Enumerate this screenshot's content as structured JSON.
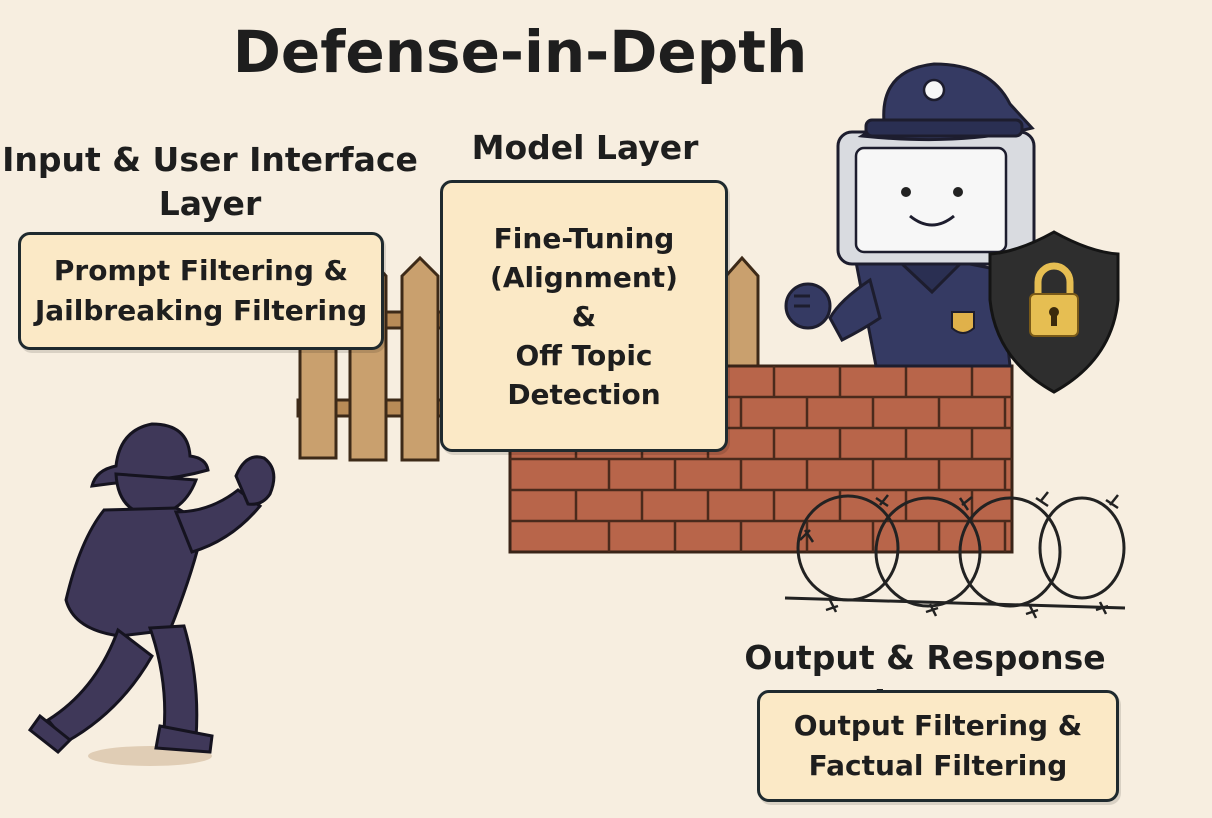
{
  "title": "Defense-in-Depth",
  "layers": {
    "input": {
      "title": "Input & User Interface\nLayer",
      "box": "Prompt Filtering &\nJailbreaking Filtering"
    },
    "model": {
      "title": "Model Layer",
      "box": "Fine-Tuning\n(Alignment)\n&\nOff Topic\nDetection"
    },
    "output": {
      "title": "Output & Response Layer",
      "box": "Output Filtering &\nFactual Filtering"
    }
  },
  "illustrations": {
    "attacker": "attacker-silhouette",
    "fence": "wooden-fence",
    "wall": "brick-wall",
    "wire": "barbed-wire",
    "guard": "robot-guard",
    "shield": "lock-shield-icon"
  },
  "colors": {
    "background": "#f7eee0",
    "box_fill": "#fbe9c6",
    "box_border": "#1f2a2e",
    "attacker": "#3f3859",
    "fence": "#c9a06e",
    "brick": "#b8654a",
    "guard_uniform": "#353a63",
    "shield": "#2e2e2e",
    "lock": "#e6be52"
  }
}
